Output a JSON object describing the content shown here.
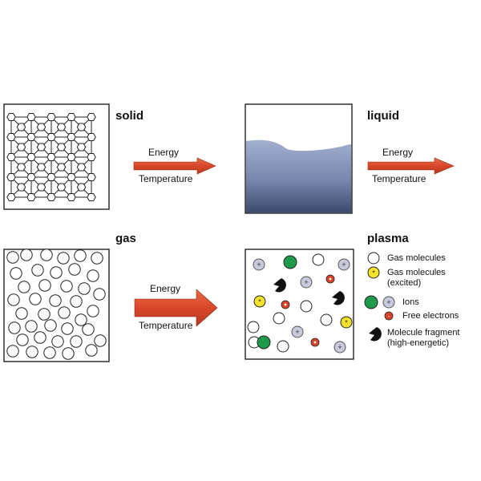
{
  "states": {
    "solid": "solid",
    "liquid": "liquid",
    "gas": "gas",
    "plasma": "plasma"
  },
  "arrows": {
    "energy": "Energy",
    "temperature": "Temperature"
  },
  "legend": {
    "gas_molecules": "Gas molecules",
    "gas_molecules_excited_1": "Gas molecules",
    "gas_molecules_excited_2": "(excited)",
    "ions": "Ions",
    "free_electrons": "Free electrons",
    "fragment_1": "Molecule fragment",
    "fragment_2": "(high-energetic)"
  },
  "colors": {
    "arrow": "#e0532f",
    "ion_green": "#1f9a4a",
    "ion_plus": "#c8c8dc",
    "electron": "#d9452b",
    "excited": "#f2df2a",
    "liquid_top": "#9aa7c9",
    "liquid_bottom": "#3c4869"
  }
}
